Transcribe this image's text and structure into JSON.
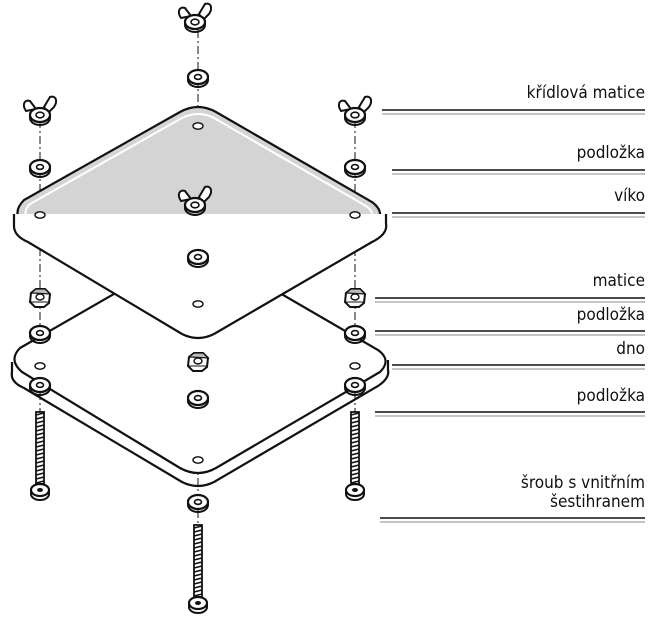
{
  "labels": {
    "wing_nut": "křídlová matice",
    "washer_top": "podložka",
    "lid": "víko",
    "nut": "matice",
    "washer_mid": "podložka",
    "bottom": "dno",
    "washer_low": "podložka",
    "screw": "šroub s vnitřním šestihranem"
  },
  "colors": {
    "lid_fill": "#d4d4d4",
    "plate_fill": "#ffffff",
    "line": "#111111",
    "hatch": "#e8e8e8"
  },
  "icons": [
    "wing-nut-icon",
    "washer-icon",
    "hex-nut-icon",
    "screw-icon"
  ]
}
